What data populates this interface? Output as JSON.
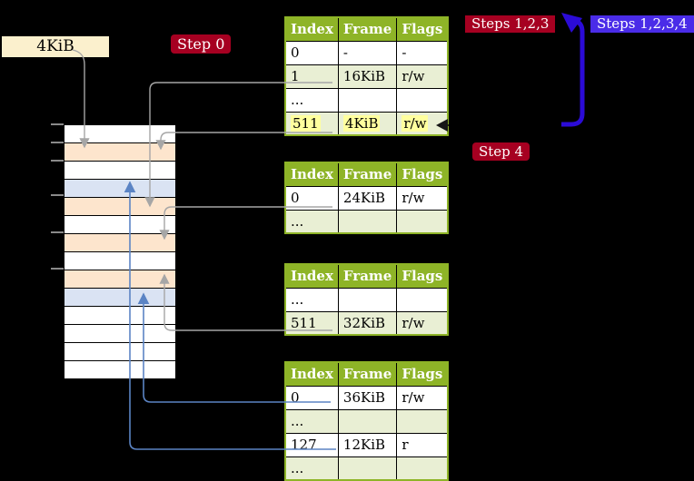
{
  "labels": {
    "frame_size": "4KiB",
    "step0": "Step 0",
    "step4": "Step 4",
    "steps_123": "Steps 1,2,3",
    "steps_1234": "Steps 1,2,3,4"
  },
  "page_tables": [
    {
      "headers": [
        "Index",
        "Frame",
        "Flags"
      ],
      "rows": [
        {
          "cells": [
            "0",
            "-",
            "-"
          ],
          "shaded": false,
          "highlight": false
        },
        {
          "cells": [
            "1",
            "16KiB",
            "r/w"
          ],
          "shaded": true,
          "highlight": false
        },
        {
          "cells": [
            "...",
            "",
            ""
          ],
          "shaded": false,
          "highlight": false
        },
        {
          "cells": [
            "511",
            "4KiB",
            "r/w"
          ],
          "shaded": true,
          "highlight": true
        }
      ]
    },
    {
      "headers": [
        "Index",
        "Frame",
        "Flags"
      ],
      "rows": [
        {
          "cells": [
            "0",
            "24KiB",
            "r/w"
          ],
          "shaded": false,
          "highlight": false
        },
        {
          "cells": [
            "...",
            "",
            ""
          ],
          "shaded": true,
          "highlight": false
        }
      ]
    },
    {
      "headers": [
        "Index",
        "Frame",
        "Flags"
      ],
      "rows": [
        {
          "cells": [
            "...",
            "",
            ""
          ],
          "shaded": false,
          "highlight": false
        },
        {
          "cells": [
            "511",
            "32KiB",
            "r/w"
          ],
          "shaded": true,
          "highlight": false
        }
      ]
    },
    {
      "headers": [
        "Index",
        "Frame",
        "Flags"
      ],
      "rows": [
        {
          "cells": [
            "0",
            "36KiB",
            "r/w"
          ],
          "shaded": false,
          "highlight": false
        },
        {
          "cells": [
            "...",
            "",
            ""
          ],
          "shaded": true,
          "highlight": false
        },
        {
          "cells": [
            "127",
            "12KiB",
            "r"
          ],
          "shaded": false,
          "highlight": false
        },
        {
          "cells": [
            "...",
            "",
            ""
          ],
          "shaded": true,
          "highlight": false
        }
      ]
    }
  ],
  "memory": {
    "row_colors": [
      "white",
      "peach",
      "white",
      "blue",
      "peach",
      "white",
      "peach",
      "white",
      "peach",
      "blue",
      "white",
      "white",
      "white",
      "white"
    ]
  },
  "colors": {
    "header_green": "#8eb427",
    "row_green": "#e9efd4",
    "highlight": "#ffff9e",
    "peach": "#fde5cd",
    "mem_blue": "#dae3f3",
    "cream": "#fbf0cd",
    "badge_red": "#a60021",
    "badge_violet": "#4a2ce8",
    "gray_line": "#a6a6a6",
    "blue_line": "#5b84c4",
    "big_arrow": "#2b0bd6"
  }
}
